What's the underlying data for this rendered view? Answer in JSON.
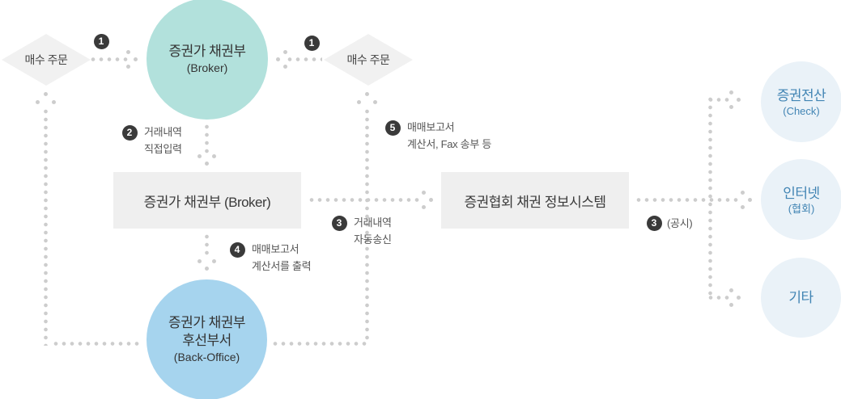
{
  "diagram": {
    "nodes": {
      "order_left": {
        "label": "매수 주문"
      },
      "broker_dept": {
        "title": "증권가 채권부",
        "subtitle": "(Broker)"
      },
      "order_right": {
        "label": "매수 주문"
      },
      "broker_mid": {
        "label": "증권가 채권부 (Broker)"
      },
      "ksda_system": {
        "label": "증권협회 채권 정보시스템"
      },
      "back_office": {
        "title": "증권가 채권부",
        "title2": "후선부서",
        "subtitle": "(Back-Office)"
      },
      "check_terminal": {
        "title": "증권전산",
        "subtitle": "(Check)"
      },
      "internet": {
        "title": "인터넷",
        "subtitle": "(협회)"
      },
      "etc": {
        "label": "기타"
      }
    },
    "steps": {
      "step1_left": {
        "num": "1"
      },
      "step1_right": {
        "num": "1"
      },
      "step2": {
        "num": "2",
        "line1": "거래내역",
        "line2": "직접입력"
      },
      "step3_mid": {
        "num": "3",
        "line1": "거래내역",
        "line2": "자동송신"
      },
      "step4": {
        "num": "4",
        "line1": "매매보고서",
        "line2": "계산서를 출력"
      },
      "step5": {
        "num": "5",
        "line1": "매매보고서",
        "line2": "계산서, Fax 송부 등"
      },
      "step3_right": {
        "num": "3",
        "label": "(공시)"
      }
    },
    "colors": {
      "broker_circle": "#b2e1dc",
      "back_office_circle": "#a6d4ee",
      "right_circle": "#eaf2f8",
      "right_circle_text": "#4285b4",
      "shape_gray": "#efefef",
      "dot": "#cdcdcd",
      "badge": "#3a3a3a"
    }
  }
}
